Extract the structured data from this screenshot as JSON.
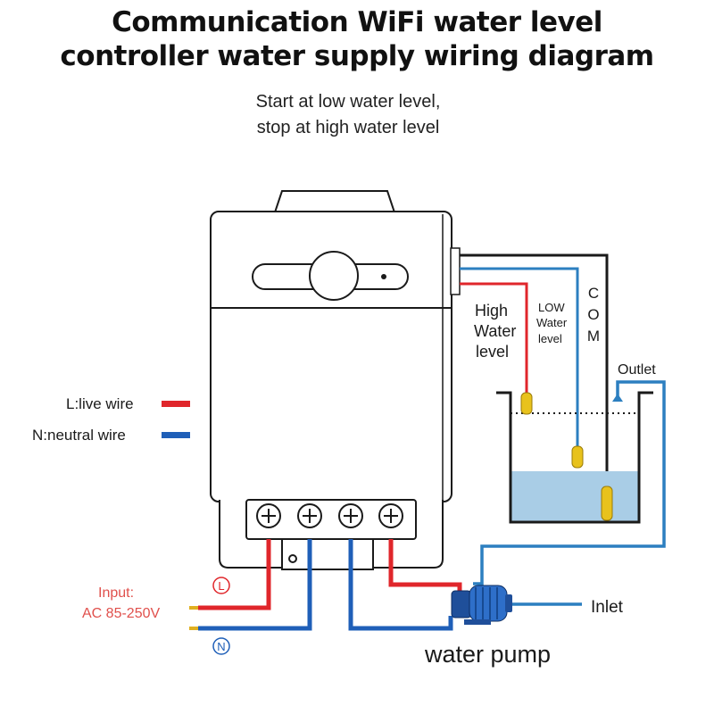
{
  "title": {
    "line1": "Communication WiFi water level",
    "line2": "controller water supply wiring diagram"
  },
  "subtitle": {
    "line1": "Start at low water level,",
    "line2": "stop at high water level"
  },
  "legend": {
    "live": "L:live wire",
    "neutral": "N:neutral wire",
    "live_color": "#e0262b",
    "neutral_color": "#1f5fb8"
  },
  "probes": {
    "high": [
      "High",
      "Water",
      "level"
    ],
    "low": [
      "LOW",
      "Water",
      "level"
    ],
    "com": [
      "C",
      "O",
      "M"
    ]
  },
  "tank": {
    "outlet": "Outlet",
    "water_color": "#a9cde6"
  },
  "input": {
    "label": "Input:",
    "range": "AC 85-250V",
    "l_marker": "L",
    "n_marker": "N"
  },
  "pump": {
    "label": "water pump",
    "inlet": "Inlet"
  },
  "colors": {
    "blue_pipe": "#2c7fc0",
    "outline": "#1a1a1a",
    "probe": "#e8c21c"
  }
}
